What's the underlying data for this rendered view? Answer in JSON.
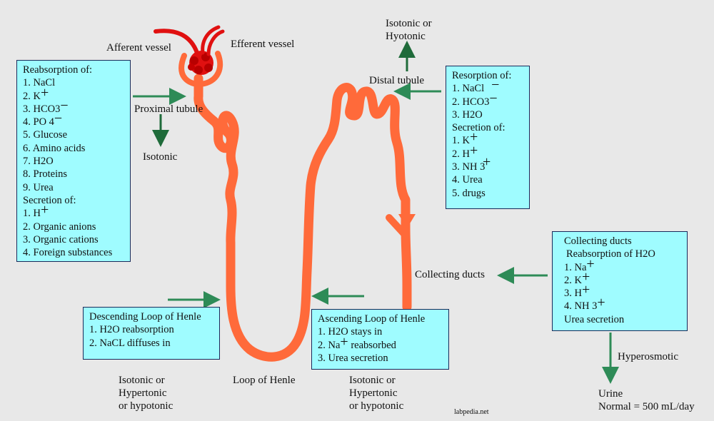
{
  "labels": {
    "afferent": "Afferent vessel",
    "efferent": "Efferent vessel",
    "proximal": "Proximal tubule",
    "isotonic": "Isotonic",
    "distal": "Distal tubule",
    "top_right_l1": "Isotonic or",
    "top_right_l2": "Hyotonic",
    "collecting": "Collecting ducts",
    "loop": "Loop of Henle",
    "left_bottom": [
      "Isotonic or",
      "Hypertonic",
      "or hypotonic"
    ],
    "mid_bottom": [
      "Isotonic or",
      "Hypertonic",
      "or hypotonic"
    ],
    "hyperosmotic": "Hyperosmotic",
    "urine": "Urine",
    "urine_normal": "Normal = 500 mL/day",
    "footer": "labpedia.net"
  },
  "proximal_box": {
    "title": "Reabsorption of:",
    "items": [
      "1. NaCl",
      "2. K",
      "3. HCO3",
      "4. PO 4",
      "5. Glucose",
      "6. Amino acids",
      "7. H2O",
      "8. Proteins",
      "9. Urea"
    ],
    "sec_title": "Secretion of:",
    "sec_items": [
      "1. H",
      "2. Organic anions",
      "3. Organic cations",
      "4. Foreign substances"
    ]
  },
  "distal_box": {
    "title": "Resorption of:",
    "items": [
      "1. NaCl",
      "2. HCO3",
      "3. H2O"
    ],
    "sec_title": "Secretion of:",
    "sec_items": [
      "1. K",
      "2. H",
      "3. NH 3",
      "4. Urea",
      "5. drugs"
    ]
  },
  "collecting_box": {
    "title": "Collecting ducts",
    "subtitle": "Reabsorption of H2O",
    "items": [
      "1. Na",
      "2. K",
      "3. H",
      "4. NH 3"
    ],
    "footer": "Urea secretion"
  },
  "descending_box": {
    "title": "Descending Loop of Henle",
    "items": [
      "1. H2O reabsorption",
      "2. NaCL diffuses in"
    ]
  },
  "ascending_box": {
    "title": "Ascending Loop of Henle",
    "items": [
      "1. H2O stays in",
      "2. Na",
      "3. Urea secretion"
    ],
    "item2_suffix": "reabsorbed"
  },
  "colors": {
    "tubule": "#ff6a3a",
    "glomerulus": "#e01010",
    "arrow": "#2e8b57",
    "arrow_dark": "#1f6b3a",
    "box_fill": "#9ffcff",
    "background": "#e8e8e8"
  }
}
